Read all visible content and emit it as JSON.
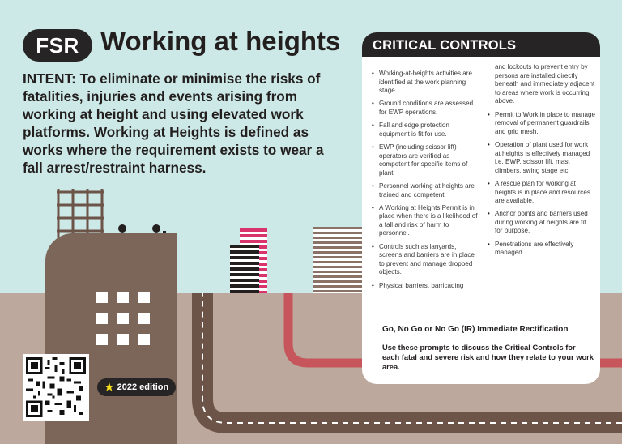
{
  "header": {
    "badge": "FSR",
    "title": "Working at heights",
    "intent": "INTENT: To eliminate or minimise the risks of fatalities, injuries and events arising from working at height and using elevated work platforms. Working at Heights is defined as works where the requirement exists to wear a fall arrest/restraint harness."
  },
  "panel": {
    "title": "CRITICAL CONTROLS",
    "column1": [
      "Working-at-heights activities are identified at the work planning stage.",
      "Ground conditions are assessed for EWP operations.",
      "Fall and edge protection equipment is fit for use.",
      "EWP (including scissor lift) operators are verified as competent for specific items of plant.",
      "Personnel working at heights are trained and competent.",
      "A Working at Heights Permit is in place when there is a likelihood of a fall and risk of harm to personnel.",
      "Controls such as lanyards, screens and barriers are in place to prevent and manage dropped objects.",
      "Physical barriers, barricading"
    ],
    "column1_continued": "and lockouts to prevent entry by persons are installed directly beneath and immediately adjacent to areas where work is occurring above.",
    "column2": [
      "Permit to Work in place to manage removal of permanent guardrails and grid mesh.",
      "Operation of plant used for work at heights is effectively managed i.e. EWP, scissor lift, mast climbers, swing stage etc.",
      "A rescue plan for working at heights is in place and resources are available.",
      "Anchor points and barriers used during working at heights are fit for purpose.",
      "Penetrations are effectively managed."
    ],
    "go_no_go": "Go, No Go or No Go (IR) Immediate Rectification",
    "prompt": "Use these prompts to discuss the Critical Controls for each fatal and severe risk and how they relate to your work area."
  },
  "footer": {
    "edition": "2022 edition"
  },
  "colors": {
    "dark": "#262424",
    "sky": "#cde9e7",
    "ground": "#bca89c",
    "building": "#7c6559",
    "pipe": "#c7565c",
    "vest": "#f7e01c",
    "pink": "#d8336a"
  }
}
